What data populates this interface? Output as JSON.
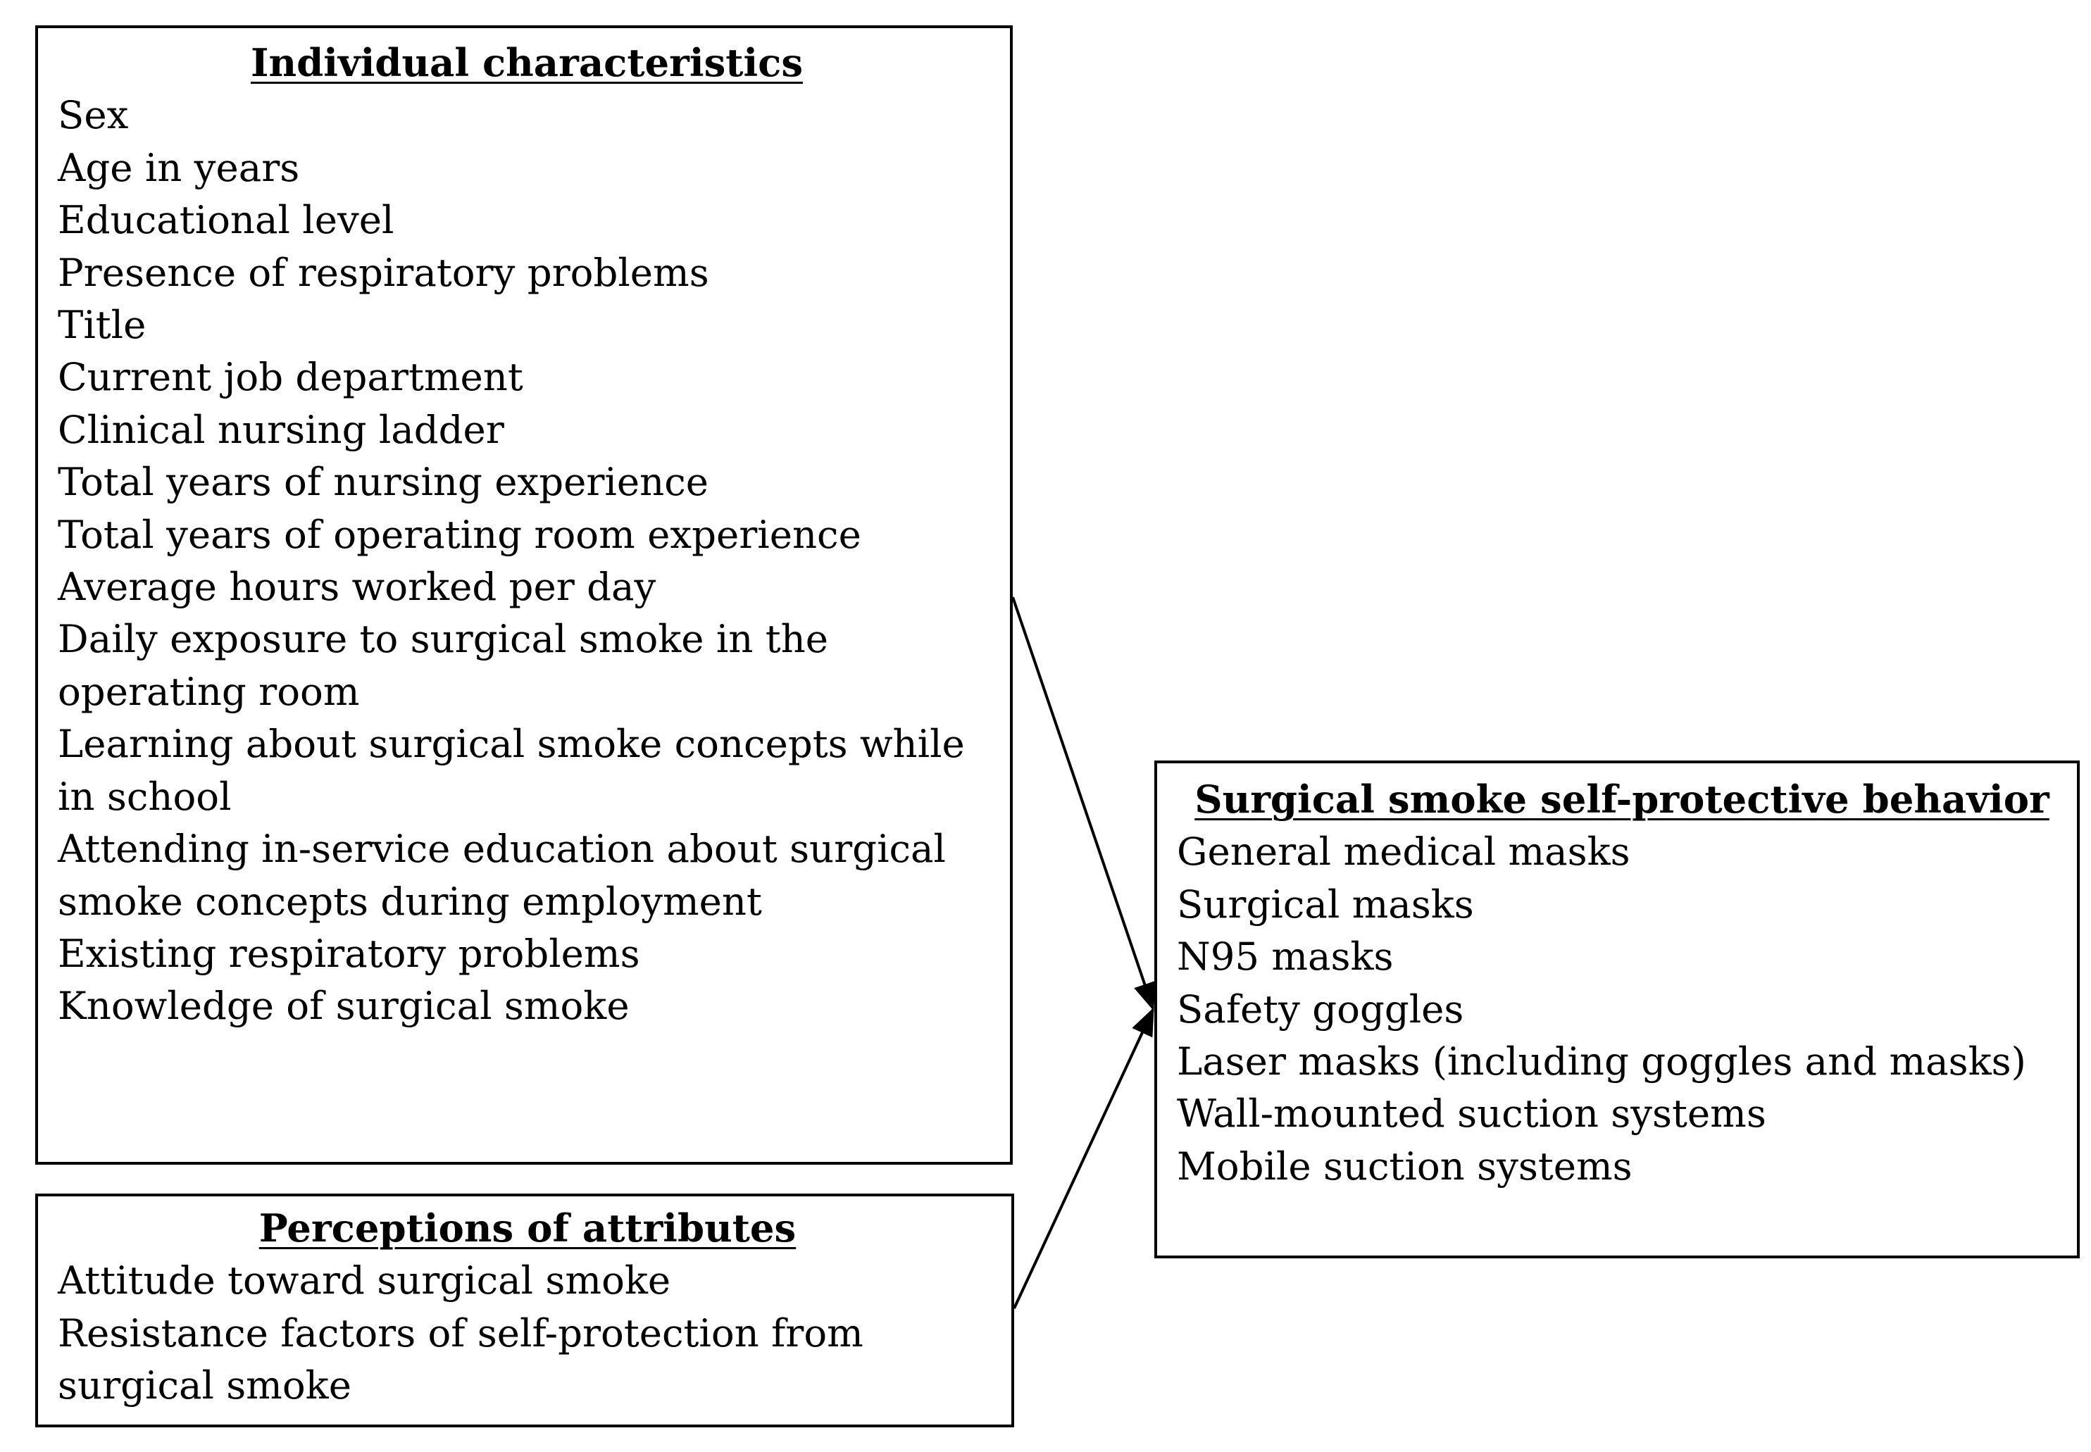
{
  "individual": {
    "title": "Individual characteristics",
    "items": [
      "Sex",
      "Age in years",
      "Educational level",
      "Presence of respiratory problems",
      "Title",
      "Current job department",
      "Clinical nursing ladder",
      "Total years of nursing experience",
      "Total years of operating room experience",
      "Average hours worked per day",
      "Daily exposure to surgical smoke in the operating room",
      "Learning about surgical smoke concepts while in school",
      "Attending in-service education about surgical smoke concepts during employment",
      "Existing respiratory problems",
      "Knowledge of surgical smoke"
    ]
  },
  "perceptions": {
    "title": "Perceptions of attributes",
    "items": [
      "Attitude toward surgical smoke",
      "Resistance factors of self-protection from surgical smoke"
    ]
  },
  "behavior": {
    "title": "Surgical smoke self-protective behavior",
    "items": [
      "General medical masks",
      "Surgical masks",
      "N95 masks",
      "Safety goggles",
      "Laser masks (including goggles and masks)",
      "Wall-mounted suction systems",
      "Mobile suction systems"
    ]
  }
}
